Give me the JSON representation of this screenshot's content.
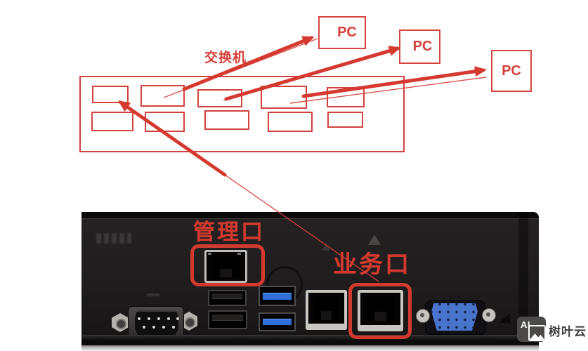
{
  "diagram": {
    "switch_label": "交换机",
    "pcs": [
      {
        "label": "PC"
      },
      {
        "label": "PC"
      },
      {
        "label": "PC"
      }
    ],
    "switch_port_count": 10,
    "connections_note_counts": {
      "thin_lines": 4,
      "thick_arrows": 4
    }
  },
  "photo": {
    "management_port_label": "管理口",
    "service_port_label": "业务口"
  },
  "watermark": {
    "logo_text": "AI",
    "brand_text": "树叶云"
  },
  "colors": {
    "annotation_red": "#d6403a",
    "panel_black": "#201d1e",
    "usb3_blue": "#2e6fd9",
    "vga_blue": "#4a73cc",
    "watermark_bg": "#4b4a49"
  }
}
